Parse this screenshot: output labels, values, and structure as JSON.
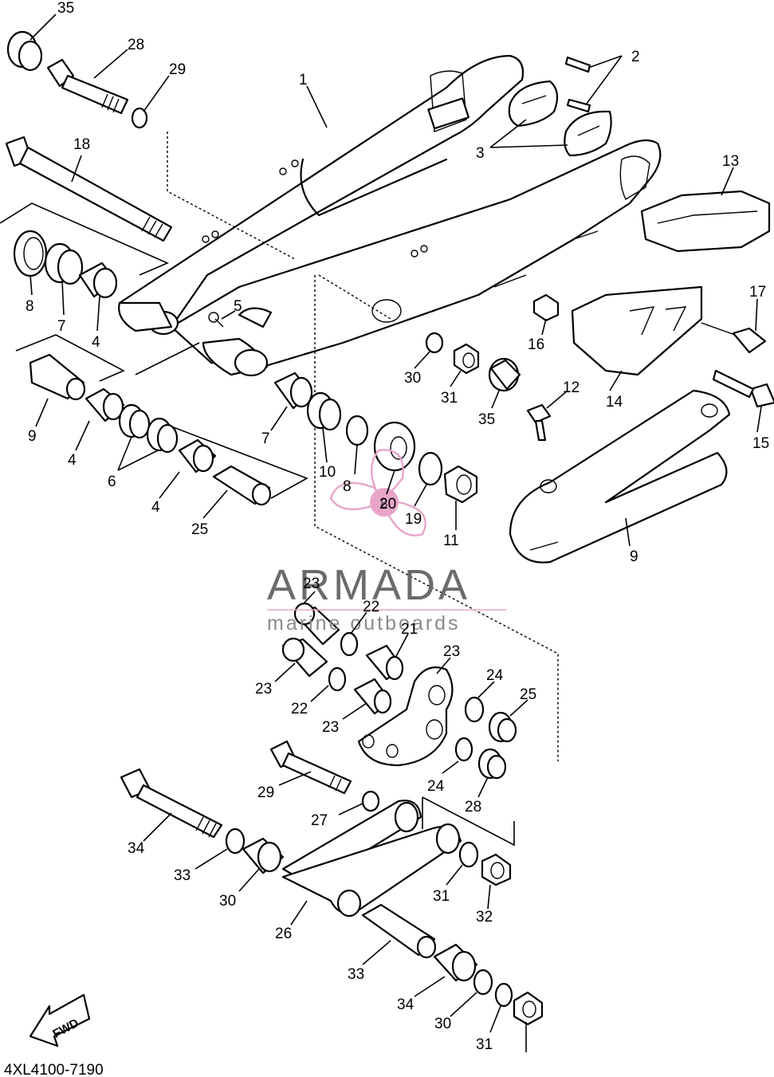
{
  "diagram": {
    "catalog_code": "4XL4100-7190",
    "direction_label": "FWD",
    "watermark": {
      "brand": "ARMADA",
      "tagline": "marine outboards",
      "badge": "8",
      "brand_color": "#6b6b6b",
      "accent_color": "#e8a5c8"
    },
    "callouts": [
      "35",
      "28",
      "29",
      "2",
      "1",
      "3",
      "18",
      "13",
      "8",
      "7",
      "4",
      "5",
      "17",
      "16",
      "30",
      "31",
      "35",
      "14",
      "12",
      "15",
      "9",
      "4",
      "6",
      "4",
      "7",
      "10",
      "8",
      "20",
      "19",
      "11",
      "9",
      "25",
      "23",
      "22",
      "21",
      "23",
      "24",
      "25",
      "23",
      "22",
      "23",
      "24",
      "28",
      "29",
      "27",
      "34",
      "33",
      "30",
      "31",
      "32",
      "26",
      "33",
      "34",
      "30",
      "31"
    ]
  }
}
